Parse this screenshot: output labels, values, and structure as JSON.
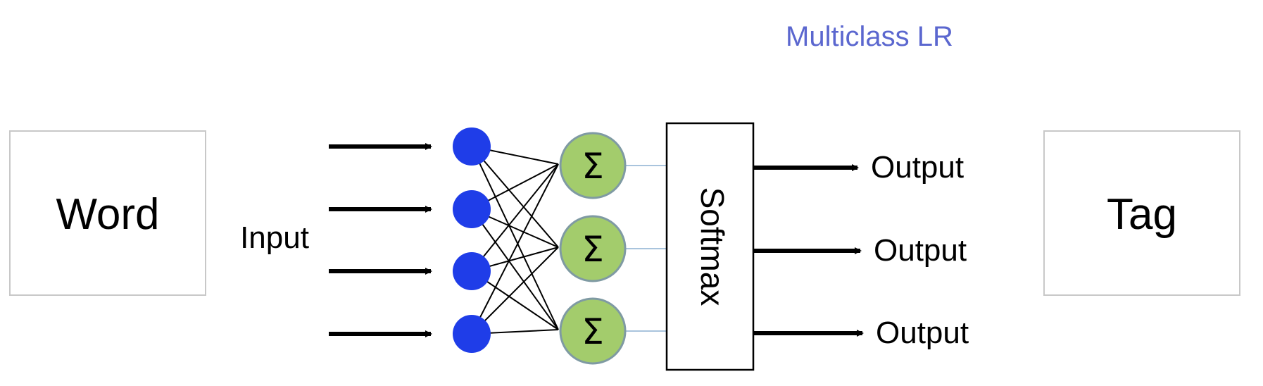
{
  "title": "Multiclass LR",
  "left_box": {
    "label": "Word"
  },
  "right_box": {
    "label": "Tag"
  },
  "input_label": "Input",
  "sum_symbol": "Σ",
  "softmax_label": "Softmax",
  "outputs": [
    "Output",
    "Output",
    "Output"
  ],
  "colors": {
    "title": "#5b67cf",
    "input_node": "#1f3de8",
    "sum_node_fill": "#a3cc6c",
    "sum_node_stroke": "#7f9aa3",
    "box_border": "#c8c8c8",
    "arrow": "#000000",
    "link": "#000000",
    "softmax_link": "#a9c4dd"
  },
  "network": {
    "input_count": 4,
    "sum_count": 3
  }
}
